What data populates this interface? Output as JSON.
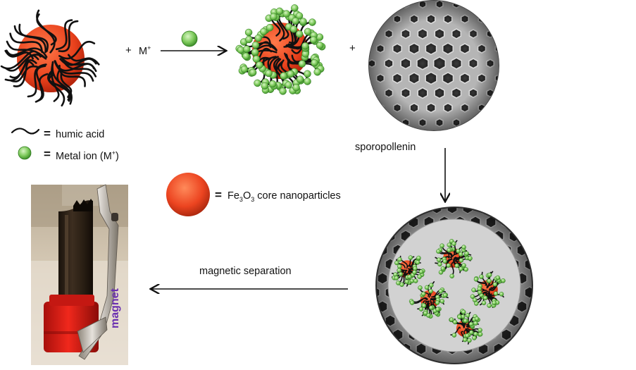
{
  "operators": {
    "plus": "+",
    "equals": "="
  },
  "reaction": {
    "metal_ion_symbol": "M",
    "metal_ion_charge": "+"
  },
  "legend": {
    "humic_acid": "humic acid",
    "metal_ion": "Metal ion (M",
    "metal_ion_sup": "+",
    "metal_ion_close": ")",
    "nanoparticle_fe": "Fe",
    "nanoparticle_sub1": "3",
    "nanoparticle_o": "O",
    "nanoparticle_sub2": "3",
    "nanoparticle_rest": " core nanoparticles"
  },
  "labels": {
    "sporopollenin": "sporopollenin",
    "magnetic_separation": "magnetic separation",
    "magnet": "magnet"
  },
  "colors": {
    "core": "#e8411c",
    "core_dark": "#b8260d",
    "ion": "#7cc95a",
    "ion_edge": "#2e7a1e",
    "strand": "#111111",
    "magnet_text": "#6a2fb0",
    "cap": "#d91c16",
    "vial_glass": "#2b2016"
  },
  "icons": {
    "arrow": "arrow-icon",
    "humic_strand": "humic-strand-icon",
    "metal_ion": "metal-ion-icon",
    "core_particle": "core-particle-icon",
    "sporopollenin_sphere": "sporopollenin-sphere-icon",
    "composite": "composite-icon",
    "photo": "magnet-photo-icon"
  }
}
